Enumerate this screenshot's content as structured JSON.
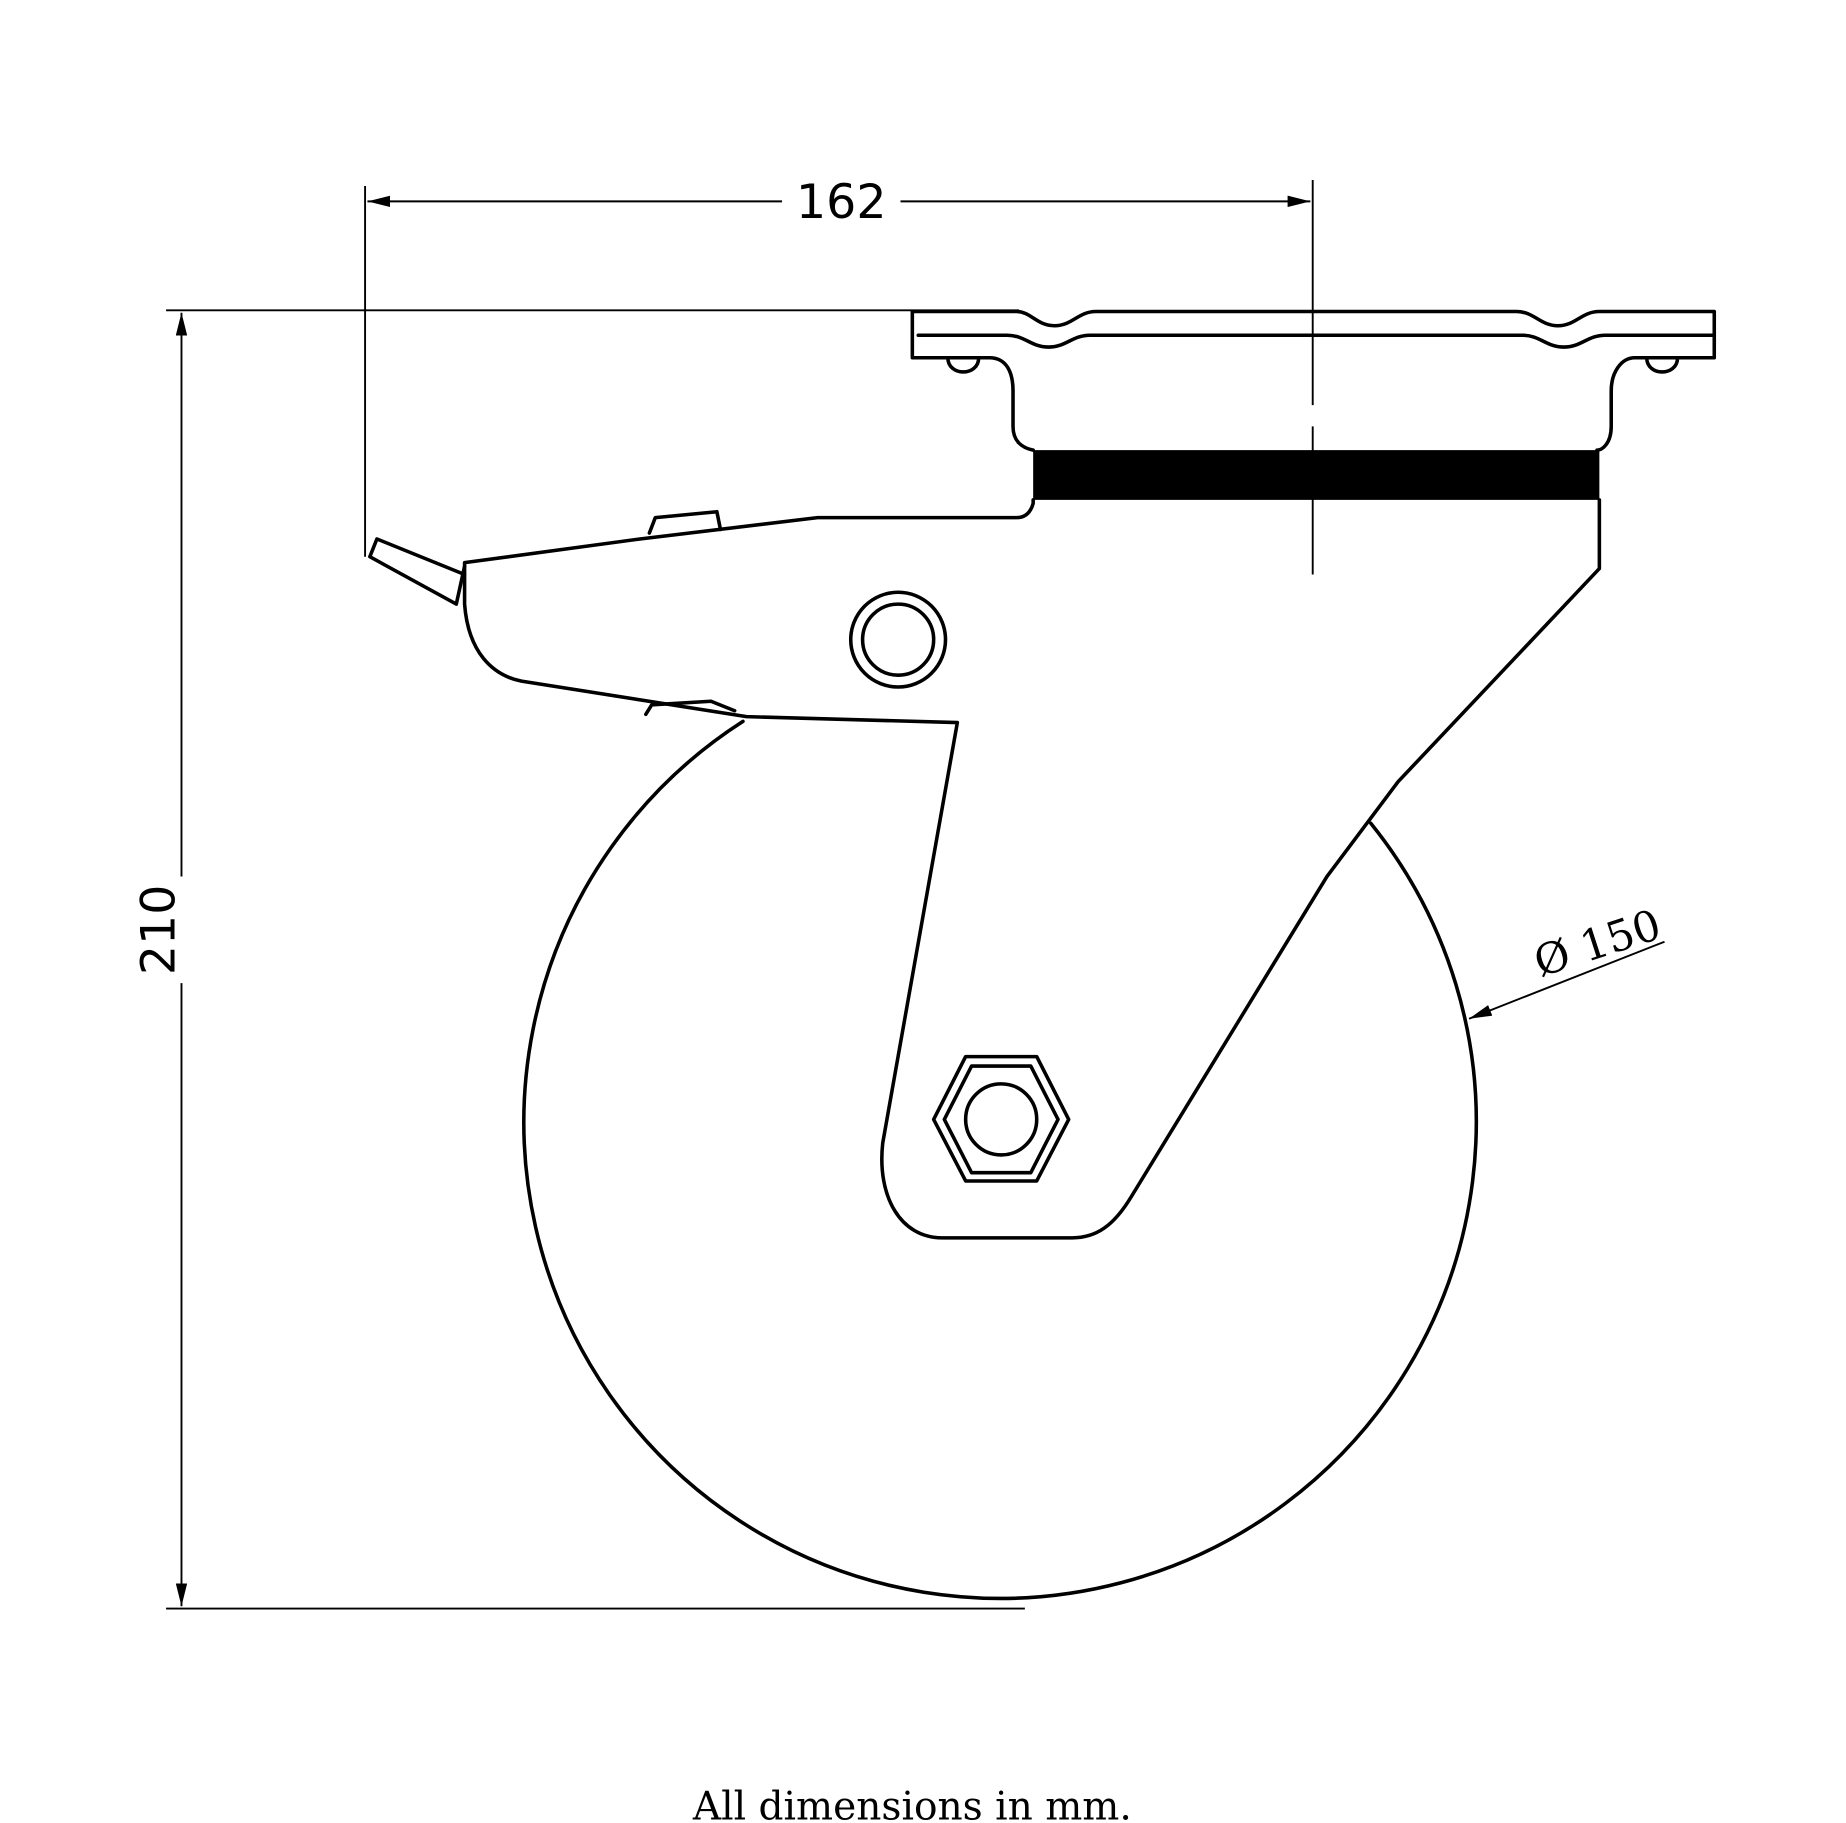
{
  "drawing": {
    "title": "Swivel castor with brake - side view",
    "dimensions": {
      "width_label": "162",
      "height_label": "210",
      "wheel_diameter_label": "Ø 150"
    },
    "note": "All dimensions in mm.",
    "colors": {
      "line": "#000000",
      "background": "#ffffff"
    }
  }
}
